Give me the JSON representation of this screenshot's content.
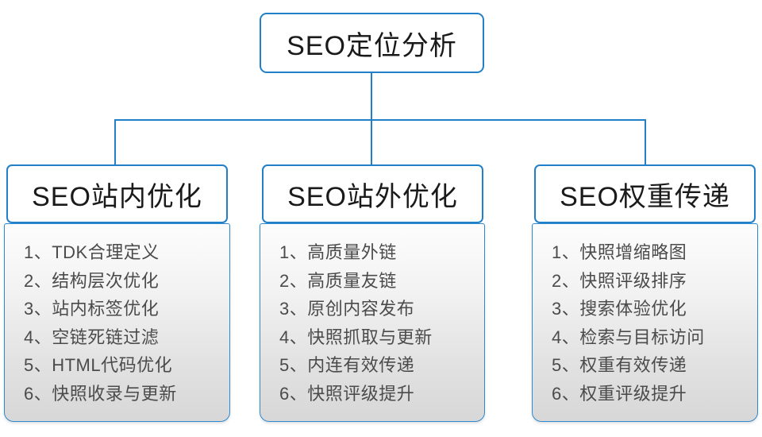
{
  "root": {
    "title": "SEO定位分析"
  },
  "columns": [
    {
      "title": "SEO站内优化",
      "items": [
        "1、TDK合理定义",
        "2、结构层次优化",
        "3、站内标签优化",
        "4、空链死链过滤",
        "5、HTML代码优化",
        "6、快照收录与更新"
      ]
    },
    {
      "title": "SEO站外优化",
      "items": [
        "1、高质量外链",
        "2、高质量友链",
        "3、原创内容发布",
        "4、快照抓取与更新",
        "5、内连有效传递",
        "6、快照评级提升"
      ]
    },
    {
      "title": "SEO权重传递",
      "items": [
        "1、快照增缩略图",
        "2、快照评级排序",
        "3、搜索体验优化",
        "4、检索与目标访问",
        "5、权重有效传递",
        "6、权重评级提升"
      ]
    }
  ],
  "colors": {
    "accent_blue": "#2280c8",
    "panel_border_blue": "#2e89d0",
    "panel_gradient_top": "#fdfdfd",
    "panel_gradient_bottom": "#d7d7d7",
    "header_text": "#1a1a1a",
    "list_text": "#4b4b4b"
  }
}
